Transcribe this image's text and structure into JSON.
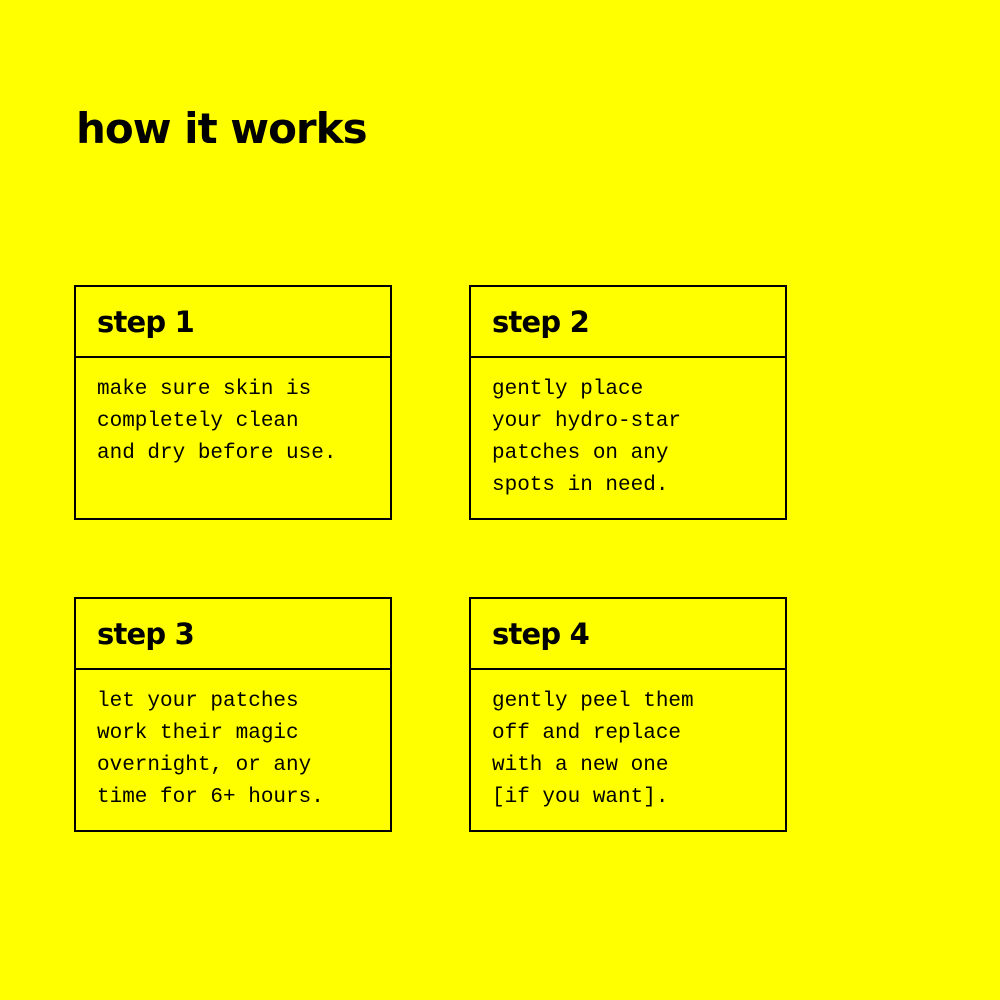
{
  "colors": {
    "background": "#FFFF00",
    "text": "#000000",
    "border": "#000000"
  },
  "title": "how it works",
  "steps": [
    {
      "title": "step 1",
      "text": "make sure skin is\ncompletely clean\nand dry before use."
    },
    {
      "title": "step 2",
      "text": "gently place\nyour hydro-star\npatches on any\nspots in need."
    },
    {
      "title": "step 3",
      "text": "let your patches\nwork their magic\novernight, or any\ntime for 6+ hours."
    },
    {
      "title": "step 4",
      "text": "gently peel them\noff and replace\nwith a new one\n[if you want]."
    }
  ]
}
